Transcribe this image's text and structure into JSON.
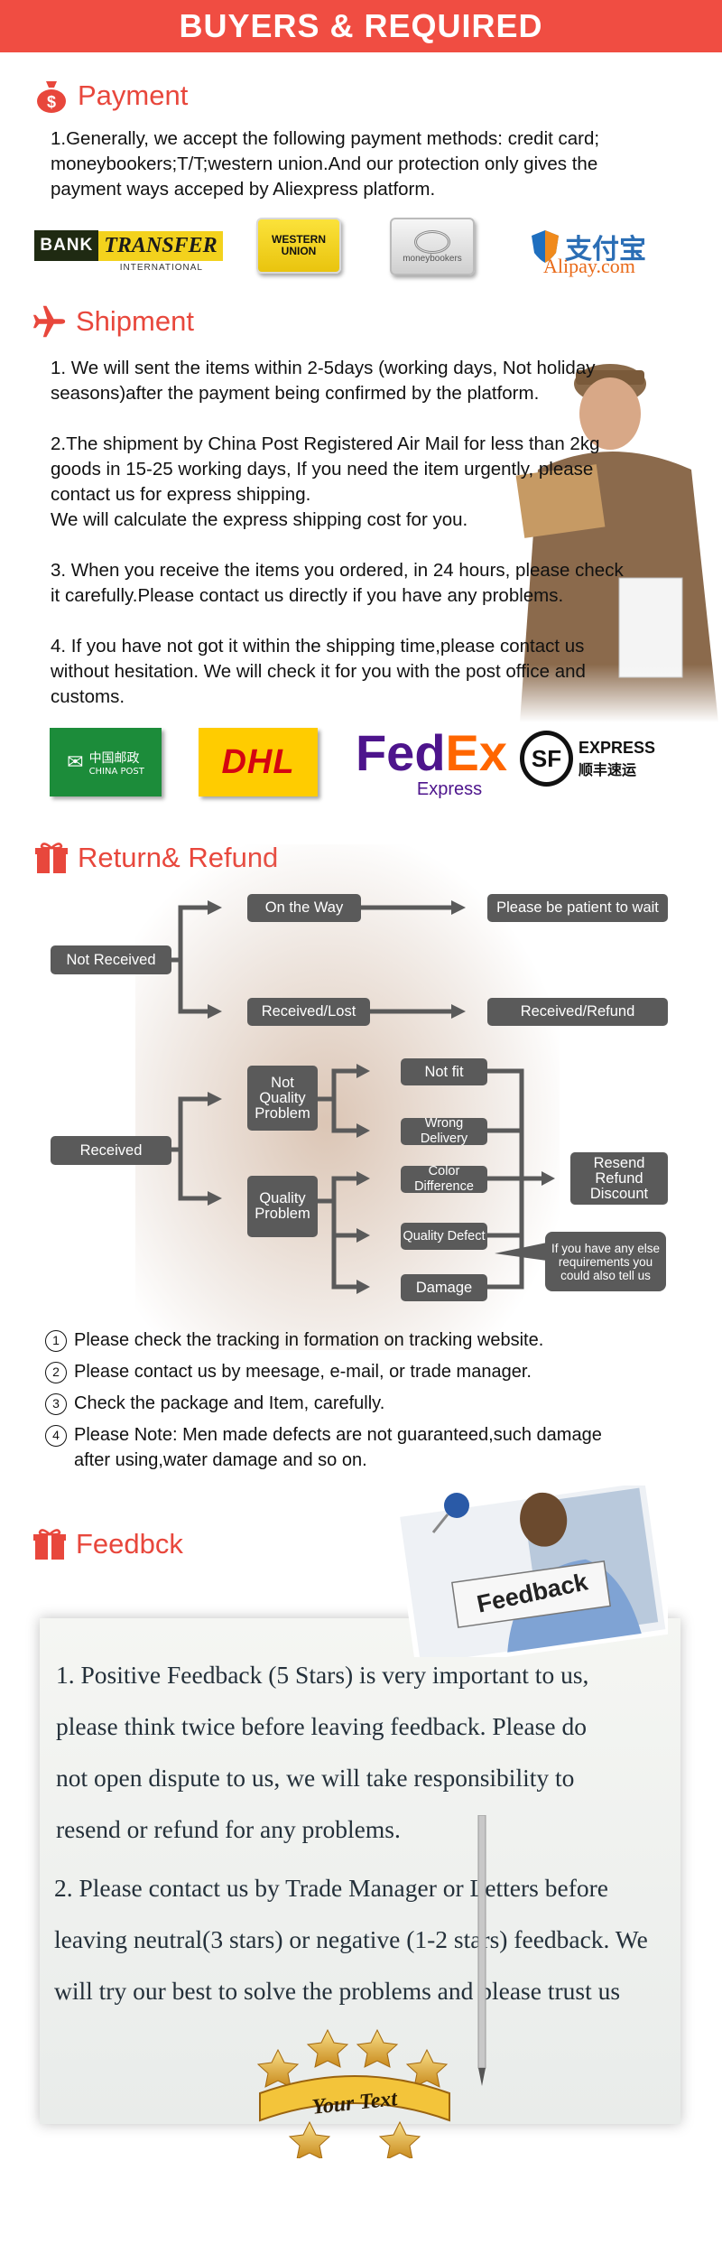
{
  "header": {
    "title": "BUYERS & REQUIRED",
    "color": "#f04d42"
  },
  "payment": {
    "icon": "money-bag-icon",
    "title": "Payment",
    "lines": [
      "1.Generally, we accept the following payment methods: credit card;",
      "moneybookers;T/T;western union.And our protection only gives the",
      "payment ways acceped by Aliexpress platform."
    ],
    "logos": {
      "bank_a": "BANK",
      "bank_b": "TRANSFER",
      "bank_c": "INTERNATIONAL",
      "wu_a": "WESTERN",
      "wu_b": "UNION",
      "mb": "moneybookers",
      "alipay_cn": "支付宝",
      "alipay_en": "Alipay.com"
    }
  },
  "shipment": {
    "icon": "airplane-icon",
    "title": "Shipment",
    "p1": [
      "1. We will sent the items within 2-5days (working days, Not holiday",
      "seasons)after the payment being confirmed by the platform."
    ],
    "p2": [
      "2.The shipment by China Post Registered Air Mail for less than  2kg",
      "goods in 15-25 working days, If  you need the item urgently, please",
      "contact us for express shipping.",
      "We will calculate the express shipping cost for you."
    ],
    "p3": [
      "3. When you receive the items you ordered, in 24 hours, please check",
      " it carefully.Please contact us directly if you have any problems."
    ],
    "p4": [
      "4. If you have not got it within the shipping time,please contact us",
      "without hesitation. We will check it for you with the post office and",
      "customs."
    ],
    "logos": {
      "chinapost_cn": "中国邮政",
      "chinapost_en": "CHINA POST",
      "dhl": "DHL",
      "fedex_fe": "Fed",
      "fedex_ex": "Ex",
      "fedex_sub": "Express",
      "sf_mark": "SF",
      "sf_en": "EXPRESS",
      "sf_cn": "顺丰速运"
    }
  },
  "refund": {
    "icon": "gift-box-icon",
    "title": "Return& Refund",
    "flow": {
      "not_received": "Not Received",
      "on_the_way": "On the Way",
      "be_patient": "Please be patient to wait",
      "received_lost": "Received/Lost",
      "received_refund": "Received/Refund",
      "received": "Received",
      "not_quality_1": "Not",
      "not_quality_2": "Quality",
      "not_quality_3": "Problem",
      "quality_1": "Quality",
      "quality_2": "Problem",
      "not_fit": "Not fit",
      "wrong_delivery": "Wrong Delivery",
      "color_difference": "Color Difference",
      "quality_defect": "Quality Defect",
      "damage": "Damage",
      "resend_1": "Resend",
      "resend_2": "Refund",
      "resend_3": "Discount",
      "else_1": "If you have any else",
      "else_2": "requirements you",
      "else_3": "could also tell us"
    },
    "notes": [
      {
        "num": "1",
        "lines": [
          "Please check the tracking in formation on tracking website."
        ]
      },
      {
        "num": "2",
        "lines": [
          "Please contact us by meesage, e-mail, or trade manager."
        ]
      },
      {
        "num": "3",
        "lines": [
          "Check the package and Item, carefully."
        ]
      },
      {
        "num": "4",
        "lines": [
          "Please Note: Men made defects  are not guaranteed,such damage",
          "after using,water damage and so on."
        ]
      }
    ]
  },
  "feedback": {
    "icon": "gift-box-icon",
    "title": "Feedbck",
    "sign": "Feedback",
    "p1": [
      "1. Positive Feedback (5 Stars) is very important to us,",
      "please think twice before leaving feedback. Please do",
      "not open dispute to us,   we will take responsibility to",
      "resend or refund for any problems."
    ],
    "p2": [
      "2. Please contact us by Trade Manager or Letters before",
      "leaving neutral(3 stars) or negative (1-2 stars) feedback. We",
      "will try our best to solve the problems and please trust us"
    ],
    "badge": "Your Text"
  }
}
